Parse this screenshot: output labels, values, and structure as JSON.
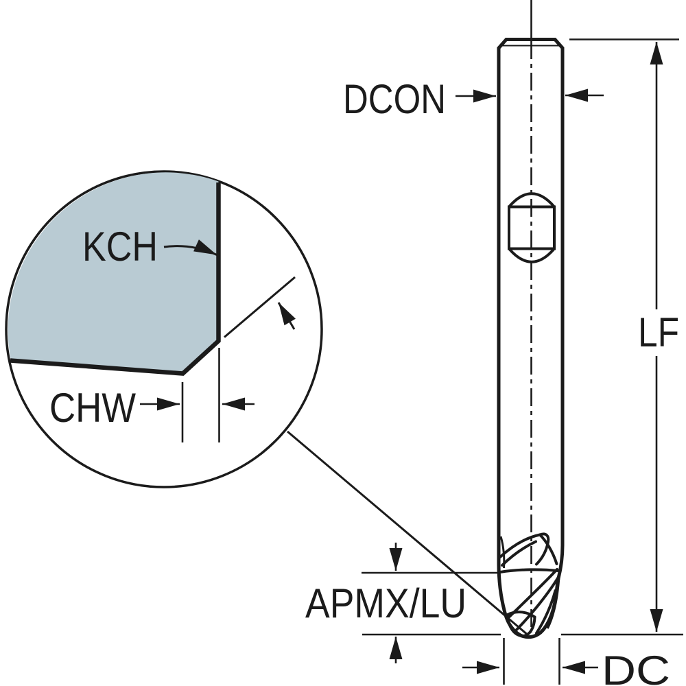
{
  "labels": {
    "shank_diameter": "DCON",
    "functional_length": "LF",
    "usable_length": "APMX/LU",
    "cutting_diameter": "DC",
    "chamfer_angle": "KCH",
    "chamfer_width": "CHW"
  },
  "colors": {
    "tool_fill": "#b9cbd3",
    "line": "#1b1b1b",
    "background": "#ffffff"
  }
}
